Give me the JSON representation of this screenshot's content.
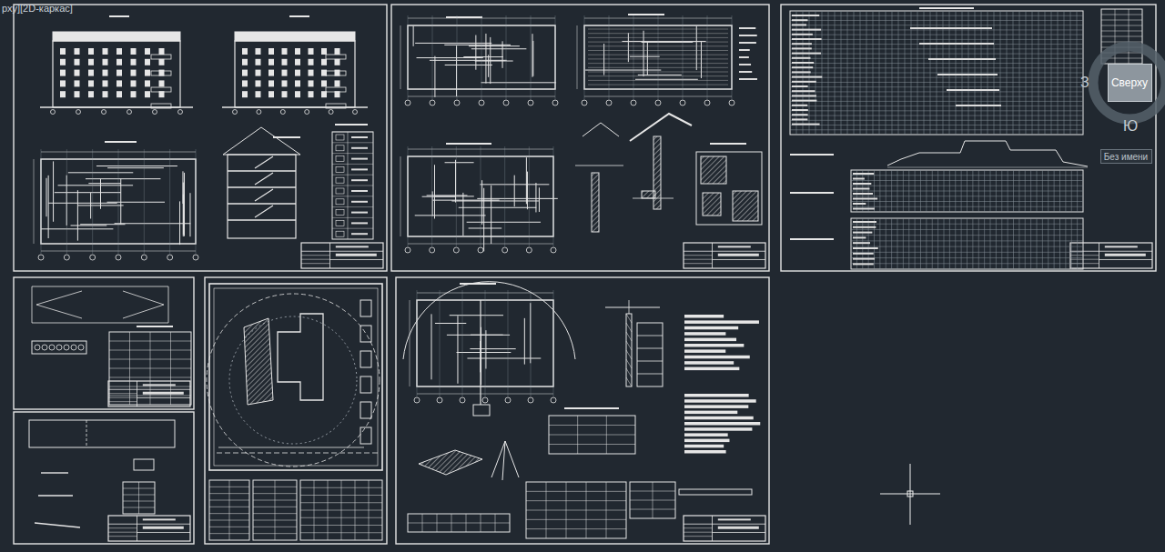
{
  "diagram": {
    "nodes": [
      {
        "text": [
          "Сверху"
        ]
      },
      {
        "text": [
          "Без имени"
        ]
      }
    ],
    "labels": [
      "рху][2D-каркас]",
      "З",
      "Ю"
    ]
  }
}
